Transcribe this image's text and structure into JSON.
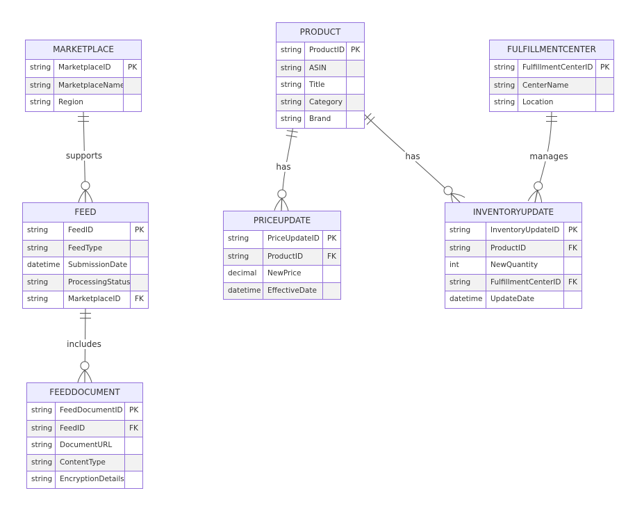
{
  "diagram": {
    "type": "entity-relationship",
    "entities": [
      {
        "id": "marketplace",
        "name": "MARKETPLACE",
        "attributes": [
          {
            "type": "string",
            "name": "MarketplaceID",
            "key": "PK"
          },
          {
            "type": "string",
            "name": "MarketplaceName",
            "key": ""
          },
          {
            "type": "string",
            "name": "Region",
            "key": ""
          }
        ]
      },
      {
        "id": "product",
        "name": "PRODUCT",
        "attributes": [
          {
            "type": "string",
            "name": "ProductID",
            "key": "PK"
          },
          {
            "type": "string",
            "name": "ASIN",
            "key": ""
          },
          {
            "type": "string",
            "name": "Title",
            "key": ""
          },
          {
            "type": "string",
            "name": "Category",
            "key": ""
          },
          {
            "type": "string",
            "name": "Brand",
            "key": ""
          }
        ]
      },
      {
        "id": "fulfillmentcenter",
        "name": "FULFILLMENTCENTER",
        "attributes": [
          {
            "type": "string",
            "name": "FulfillmentCenterID",
            "key": "PK"
          },
          {
            "type": "string",
            "name": "CenterName",
            "key": ""
          },
          {
            "type": "string",
            "name": "Location",
            "key": ""
          }
        ]
      },
      {
        "id": "feed",
        "name": "FEED",
        "attributes": [
          {
            "type": "string",
            "name": "FeedID",
            "key": "PK"
          },
          {
            "type": "string",
            "name": "FeedType",
            "key": ""
          },
          {
            "type": "datetime",
            "name": "SubmissionDate",
            "key": ""
          },
          {
            "type": "string",
            "name": "ProcessingStatus",
            "key": ""
          },
          {
            "type": "string",
            "name": "MarketplaceID",
            "key": "FK"
          }
        ]
      },
      {
        "id": "priceupdate",
        "name": "PRICEUPDATE",
        "attributes": [
          {
            "type": "string",
            "name": "PriceUpdateID",
            "key": "PK"
          },
          {
            "type": "string",
            "name": "ProductID",
            "key": "FK"
          },
          {
            "type": "decimal",
            "name": "NewPrice",
            "key": ""
          },
          {
            "type": "datetime",
            "name": "EffectiveDate",
            "key": ""
          }
        ]
      },
      {
        "id": "inventoryupdate",
        "name": "INVENTORYUPDATE",
        "attributes": [
          {
            "type": "string",
            "name": "InventoryUpdateID",
            "key": "PK"
          },
          {
            "type": "string",
            "name": "ProductID",
            "key": "FK"
          },
          {
            "type": "int",
            "name": "NewQuantity",
            "key": ""
          },
          {
            "type": "string",
            "name": "FulfillmentCenterID",
            "key": "FK"
          },
          {
            "type": "datetime",
            "name": "UpdateDate",
            "key": ""
          }
        ]
      },
      {
        "id": "feeddocument",
        "name": "FEEDDOCUMENT",
        "attributes": [
          {
            "type": "string",
            "name": "FeedDocumentID",
            "key": "PK"
          },
          {
            "type": "string",
            "name": "FeedID",
            "key": "FK"
          },
          {
            "type": "string",
            "name": "DocumentURL",
            "key": ""
          },
          {
            "type": "string",
            "name": "ContentType",
            "key": ""
          },
          {
            "type": "string",
            "name": "EncryptionDetails",
            "key": ""
          }
        ]
      }
    ],
    "relationships": [
      {
        "from": "marketplace",
        "to": "feed",
        "label": "supports",
        "from_cardinality": "exactly-one",
        "to_cardinality": "zero-or-more"
      },
      {
        "from": "feed",
        "to": "feeddocument",
        "label": "includes",
        "from_cardinality": "exactly-one",
        "to_cardinality": "zero-or-more"
      },
      {
        "from": "product",
        "to": "priceupdate",
        "label": "has",
        "from_cardinality": "exactly-one",
        "to_cardinality": "zero-or-more"
      },
      {
        "from": "product",
        "to": "inventoryupdate",
        "label": "has",
        "from_cardinality": "exactly-one",
        "to_cardinality": "zero-or-more"
      },
      {
        "from": "fulfillmentcenter",
        "to": "inventoryupdate",
        "label": "manages",
        "from_cardinality": "exactly-one",
        "to_cardinality": "zero-or-more"
      }
    ],
    "colors": {
      "entity_border": "#9370db",
      "header_fill": "#ececff",
      "row_alt_fill": "#f2f2f2",
      "line": "#555555",
      "text": "#333333"
    }
  }
}
